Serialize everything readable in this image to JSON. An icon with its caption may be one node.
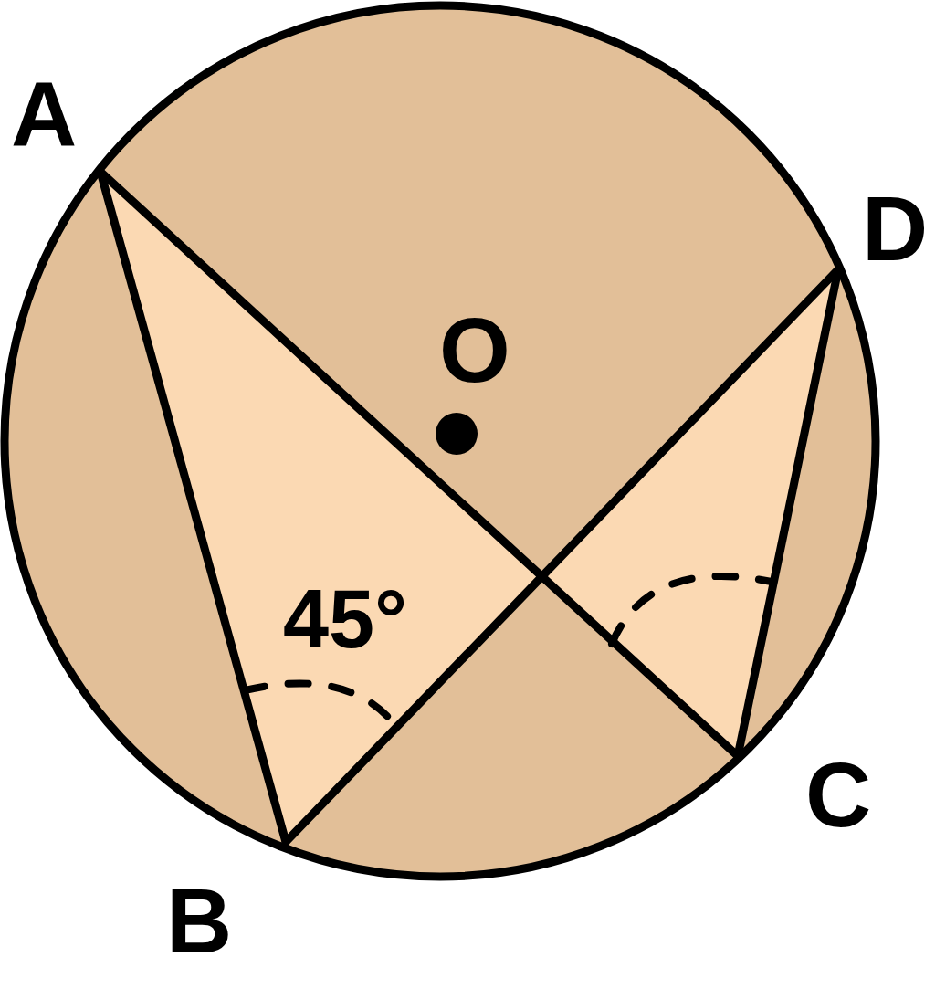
{
  "diagram": {
    "labels": [
      "A",
      "D",
      "O",
      "45°",
      "C",
      "B"
    ]
  }
}
